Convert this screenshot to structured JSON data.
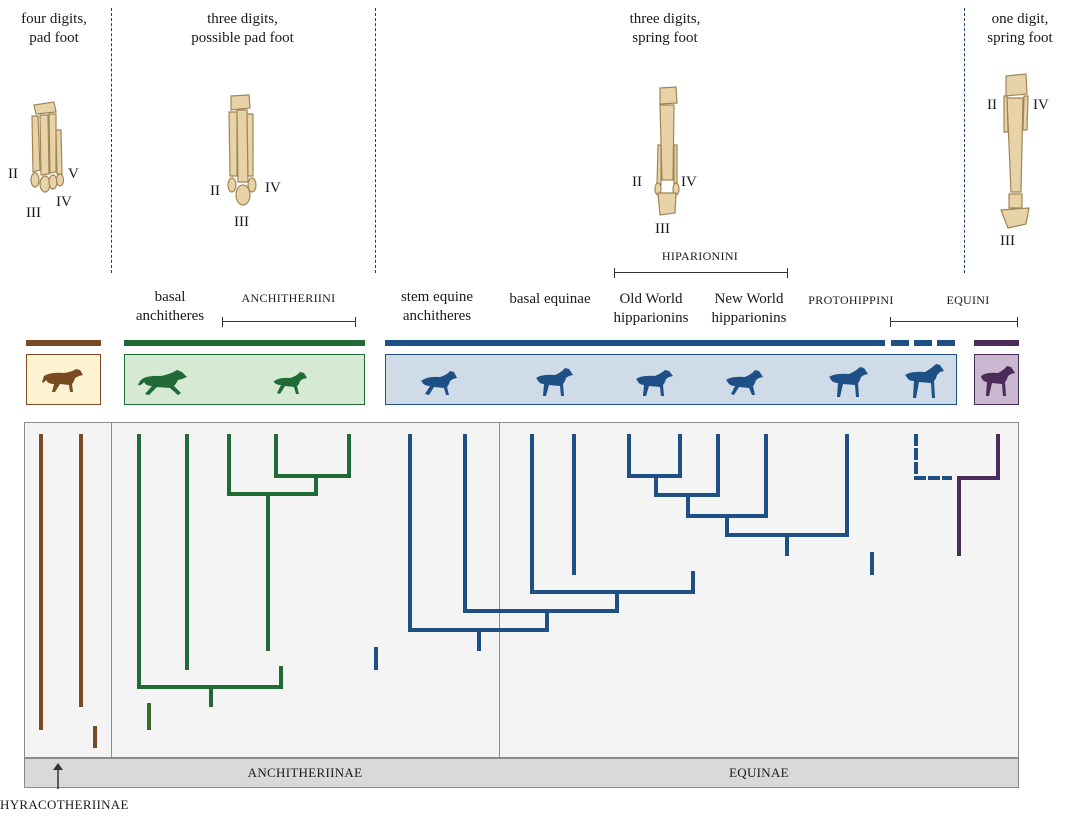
{
  "foot_types": [
    {
      "line1": "four digits,",
      "line2": "pad foot"
    },
    {
      "line1": "three digits,",
      "line2": "possible pad foot"
    },
    {
      "line1": "three digits,",
      "line2": "spring foot"
    },
    {
      "line1": "one digit,",
      "line2": "spring foot"
    }
  ],
  "digits": {
    "II": "II",
    "III": "III",
    "IV": "IV",
    "V": "V"
  },
  "groups": {
    "basal_anchitheres_1": "basal",
    "basal_anchitheres_2": "anchitheres",
    "anchitheriini": "ANCHITHERIINI",
    "stem_equine_1": "stem equine",
    "stem_equine_2": "anchitheres",
    "basal_equinae": "basal equinae",
    "hiparionini": "HIPARIONINI",
    "old_world_1": "Old World",
    "old_world_2": "hipparionins",
    "new_world_1": "New World",
    "new_world_2": "hipparionins",
    "protohippini": "PROTOHIPPINI",
    "equini": "EQUINI"
  },
  "subfamilies": {
    "hyracotheriinae": "HYRACOTHERIINAE",
    "anchitheriinae": "ANCHITHERIINAE",
    "equinae": "EQUINAE"
  },
  "colors": {
    "hyracotheriinae": "#7a4a23",
    "anchitheriinae": "#1f6a35",
    "equinae": "#1e4f85",
    "equini": "#4a2b5a",
    "bone": "#e8d3a8",
    "bone_edge": "#a08555",
    "box_hyraco": "#fbf3d2",
    "box_anchi": "#d5e9d3",
    "box_equinae": "#cfdbe6",
    "box_equini": "#c9b8cf",
    "divider": "#1f3f68"
  },
  "icons": [
    "four-toed-foot-bone-icon",
    "three-toed-pad-foot-bone-icon",
    "three-toed-spring-foot-bone-icon",
    "one-toed-foot-bone-icon",
    "horse-silhouette-icon"
  ]
}
